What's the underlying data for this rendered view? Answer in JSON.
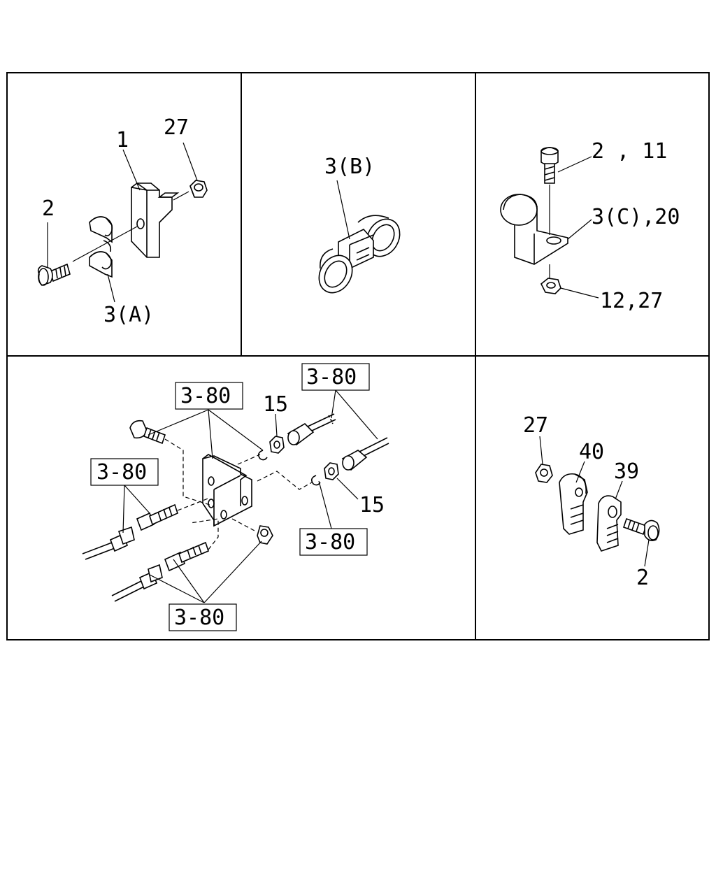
{
  "panels": {
    "top_left": {
      "callouts": [
        "27",
        "1",
        "2",
        "3(A)"
      ]
    },
    "top_middle": {
      "callouts": [
        "3(B)"
      ]
    },
    "top_right": {
      "callouts": [
        "2 , 11",
        "3(C),20",
        "12,27"
      ]
    },
    "bottom_left": {
      "callouts": [
        "15",
        "15"
      ],
      "boxed_refs": [
        "3-80",
        "3-80",
        "3-80",
        "3-80",
        "3-80"
      ]
    },
    "bottom_right": {
      "callouts": [
        "27",
        "40",
        "39",
        "2"
      ]
    }
  }
}
